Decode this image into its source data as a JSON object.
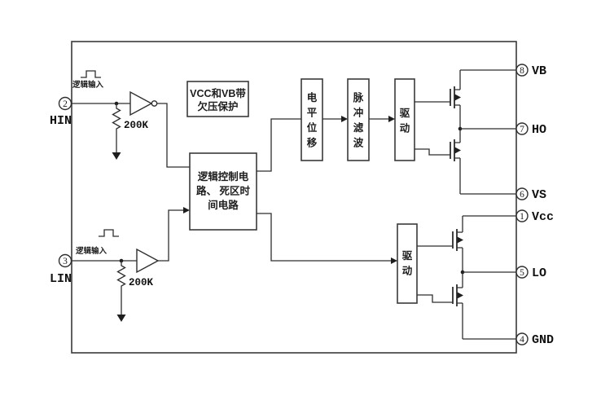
{
  "diagram": {
    "colors": {
      "background": "#ffffff",
      "line": "#2e2e2e",
      "box_border": "#3a3a3a"
    },
    "pins_left": [
      {
        "number": "2",
        "name": "HIN"
      },
      {
        "number": "3",
        "name": "LIN"
      }
    ],
    "pins_right": [
      {
        "number": "8",
        "name": "VB"
      },
      {
        "number": "7",
        "name": "HO"
      },
      {
        "number": "6",
        "name": "VS"
      },
      {
        "number": "1",
        "name": "Vcc"
      },
      {
        "number": "5",
        "name": "LO"
      },
      {
        "number": "4",
        "name": "GND"
      }
    ],
    "blocks": {
      "uv_protect": {
        "line1": "VCC和VB带",
        "line2": "欠压保护"
      },
      "logic": {
        "line1": "逻辑控制电",
        "line2": "路、 死区时",
        "line3": "间电路"
      },
      "level_shift": "电平位移",
      "pulse_filter": "脉冲滤波",
      "drive_high": "驱动",
      "drive_low": "驱动"
    },
    "labels": {
      "logic_input_top": "逻辑输入",
      "logic_input_bottom": "逻辑输入",
      "resistor_top": "200K",
      "resistor_bottom": "200K"
    }
  }
}
